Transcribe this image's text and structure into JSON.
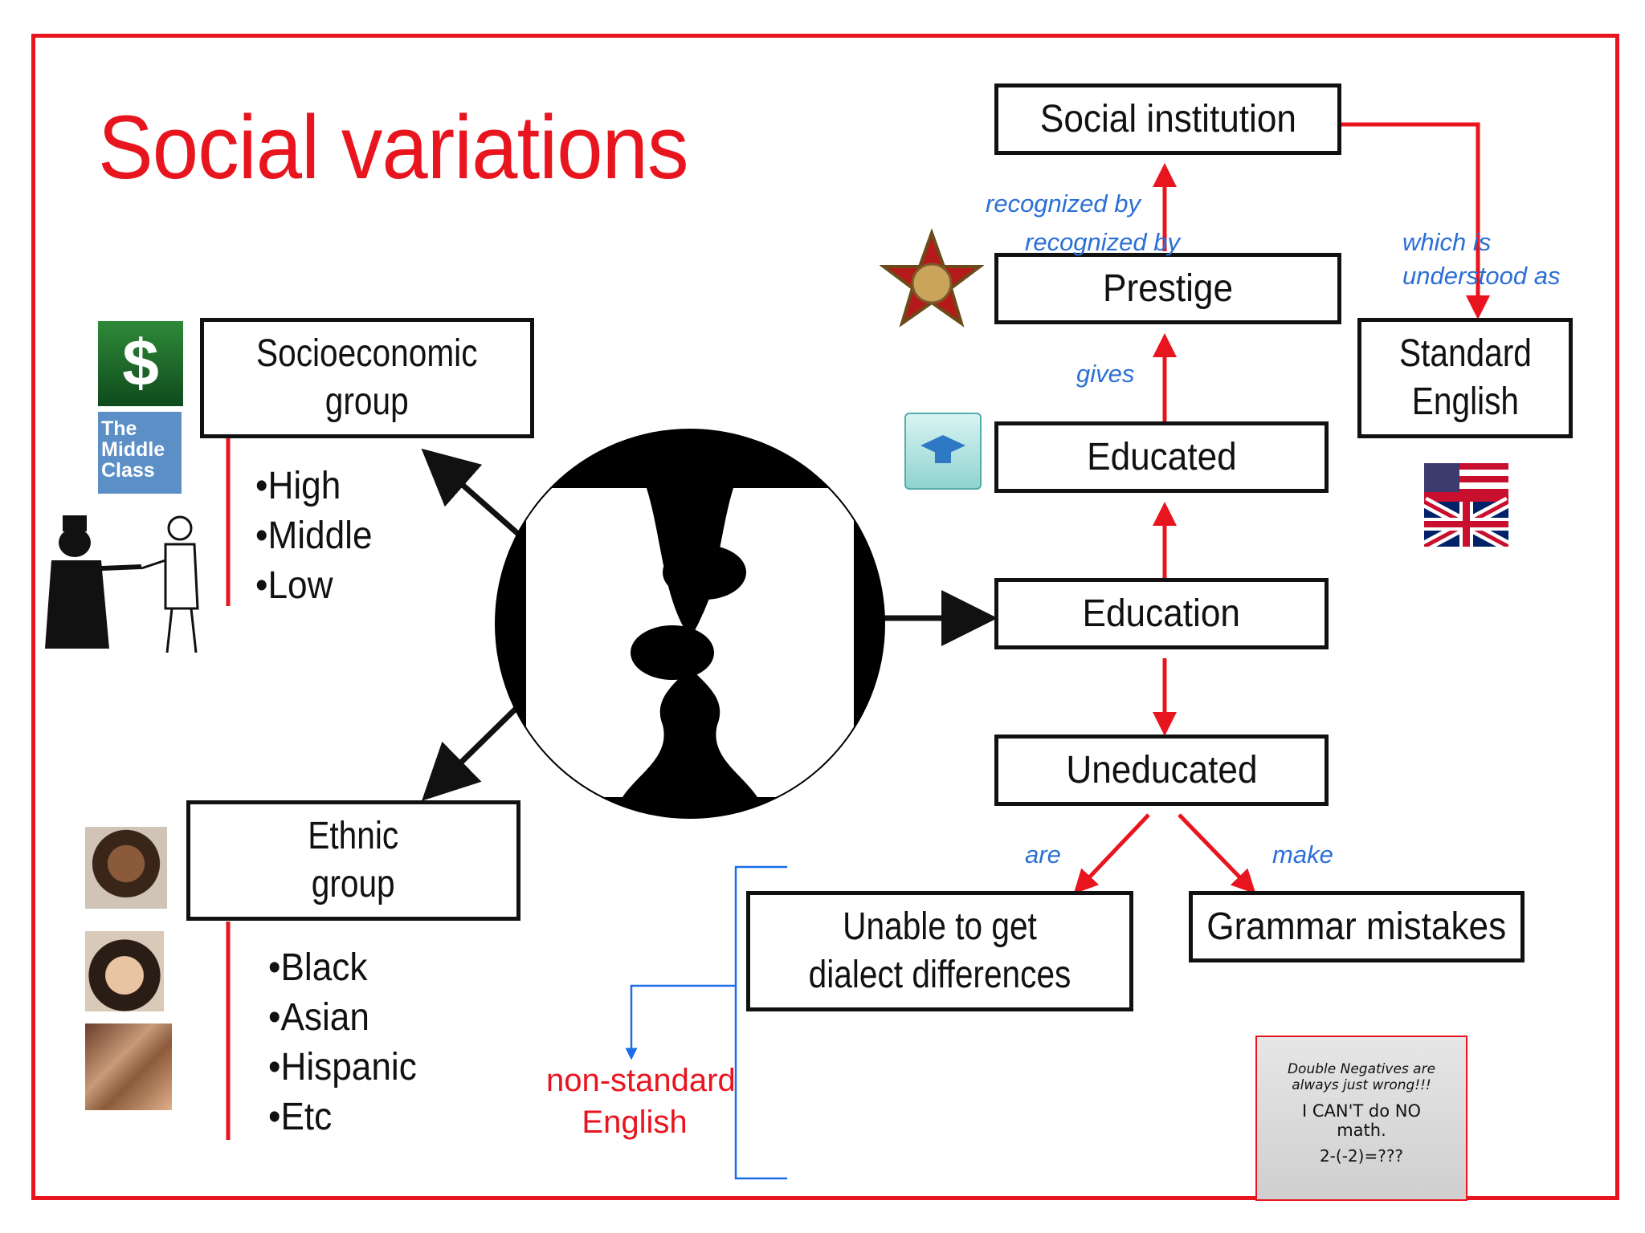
{
  "title": "Social variations",
  "boxes": {
    "socioeconomic": [
      "Socioeconomic",
      "group"
    ],
    "ethnic": [
      "Ethnic",
      "group"
    ],
    "social_institution": "Social institution",
    "prestige": "Prestige",
    "educated": "Educated",
    "education": "Education",
    "uneducated": "Uneducated",
    "standard_english": [
      "Standard",
      "English"
    ],
    "unable": [
      "Unable to get",
      "dialect differences"
    ],
    "grammar": "Grammar mistakes"
  },
  "socioeconomic_items": [
    "•High",
    "•Middle",
    "•Low"
  ],
  "ethnic_items": [
    "•Black",
    "•Asian",
    "•Hispanic",
    "•Etc"
  ],
  "edge_labels": {
    "recognized_by_1": "recognized by",
    "recognized_by_2": "recognized by",
    "gives": "gives",
    "which_is": "which is",
    "understood_as": "understood as",
    "are": "are",
    "make": "make"
  },
  "non_standard": [
    "non-standard",
    "English"
  ],
  "middle_class_logo": [
    "The",
    "Middle",
    "Class"
  ],
  "tshirt_text": [
    "Double Negatives are",
    "always just wrong!!!",
    "I CAN'T do NO",
    "math.",
    "2-(-2)=???"
  ],
  "colors": {
    "accent_red": "#e8141e",
    "label_blue": "#2a6fd6"
  },
  "icons": [
    "dollar-icon",
    "middle-class-logo",
    "rich-poor-cartoon",
    "star-medal-icon",
    "graduation-cap-icon",
    "us-uk-flag-icon",
    "speaking-faces-icon",
    "portrait-photo",
    "tshirt-photo"
  ]
}
